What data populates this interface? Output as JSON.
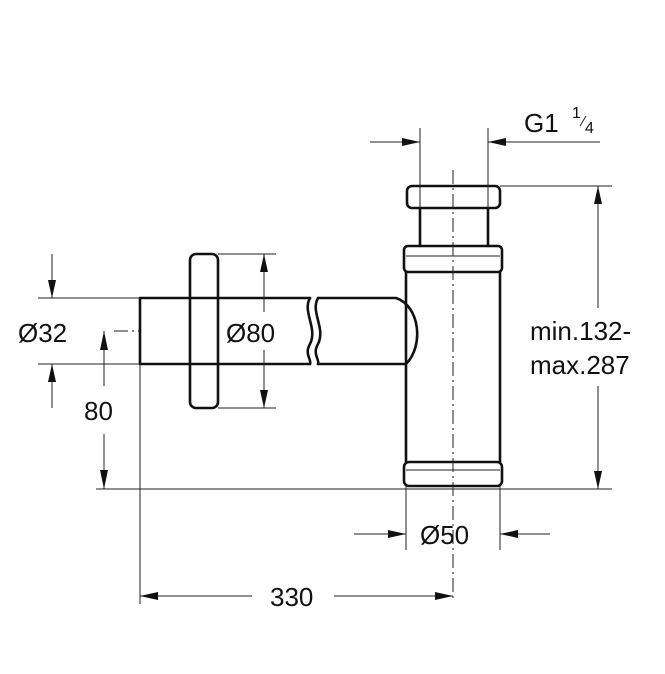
{
  "dimensions": {
    "diameter_inlet": "Ø32",
    "diameter_flange": "Ø80",
    "height_outlet": "80",
    "outlet_thread_main": "G1",
    "outlet_thread_num": "1",
    "outlet_thread_den": "4",
    "height_range_min": "min.132-",
    "height_range_max": "max.287",
    "diameter_body": "Ø50",
    "length_total": "330"
  }
}
